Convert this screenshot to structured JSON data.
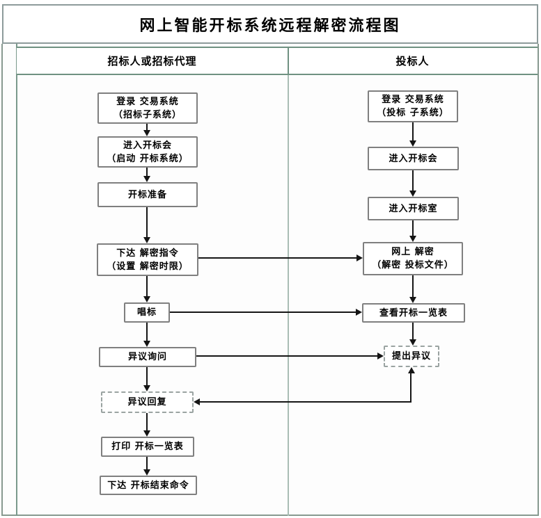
{
  "page_title": "网上智能开标系统远程解密流程图",
  "header": {
    "left_column": "招标人或招标代理",
    "right_column": "投标人"
  },
  "flow": {
    "left_column_nodes": [
      {
        "id": "login-trading-tender",
        "line1": "登录 交易系统",
        "line2": "（招标子系统）",
        "style": "solid"
      },
      {
        "id": "enter-meeting-left",
        "line1": "进入开标会",
        "line2": "（启动 开标系统）",
        "style": "solid"
      },
      {
        "id": "bid-opening-prep",
        "line1": "开标准备",
        "style": "solid"
      },
      {
        "id": "issue-decrypt-command",
        "line1": "下达 解密指令",
        "line2": "（设置 解密时限）",
        "style": "solid"
      },
      {
        "id": "read-bids",
        "line1": "唱标",
        "style": "solid"
      },
      {
        "id": "objection-inquiry",
        "line1": "异议询问",
        "style": "solid"
      },
      {
        "id": "objection-reply",
        "line1": "异议回复",
        "style": "dashed"
      },
      {
        "id": "print-bid-summary",
        "line1": "打印 开标一览表",
        "style": "solid"
      },
      {
        "id": "end-bid-opening",
        "line1": "下达 开标结束命令",
        "style": "solid"
      }
    ],
    "right_column_nodes": [
      {
        "id": "login-trading-bidder",
        "line1": "登录 交易系统",
        "line2": "（投标 子系统）",
        "style": "solid"
      },
      {
        "id": "enter-meeting-right",
        "line1": "进入开标会",
        "style": "solid"
      },
      {
        "id": "enter-opening-room",
        "line1": "进入开标室",
        "style": "solid"
      },
      {
        "id": "online-decrypt",
        "line1": "网上 解密",
        "line2": "（解密 投标文件）",
        "style": "solid"
      },
      {
        "id": "view-bid-summary",
        "line1": "查看开标一览表",
        "style": "solid"
      },
      {
        "id": "raise-objection",
        "line1": "提出异议",
        "style": "dashed"
      }
    ]
  },
  "colors": {
    "outer_border_gray": "#8d9b9b",
    "table_border_green": "#6f9181",
    "divider_green_light": "#a9bdb4",
    "node_border_gray": "#7f7f7f",
    "dashed_border_gray": "#9aa3a1",
    "arrow_black": "#151515"
  }
}
